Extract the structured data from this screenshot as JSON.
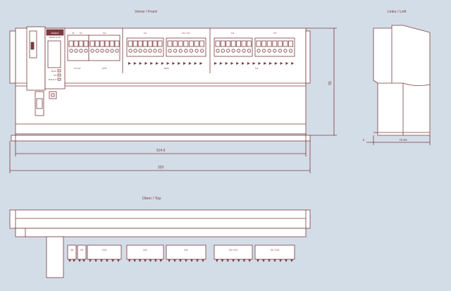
{
  "views": {
    "front": {
      "title": "Vorne / Front"
    },
    "left": {
      "title": "Links / Left"
    },
    "top": {
      "title": "Oben / Top"
    }
  },
  "dimensions": {
    "width_inner": "314.9",
    "width_total": "329",
    "height": "55",
    "depth": "72.02",
    "left_small": "2"
  },
  "front_labels": {
    "x8": "X8",
    "x9": "X9",
    "x10": "X10",
    "x11": "X11",
    "x12_13": "X12 / X13",
    "x14": "X14",
    "x15": "X15",
    "x16": "X16",
    "led_row": "X8/X9",
    "dc24v": "DC 24V",
    "x2x3": "X2/X3",
    "prog": "PROG",
    "rs": "RS",
    "busaut": "BUS AUT",
    "module_text": "SIEMENS",
    "module_text2": "SIMATIC ET200"
  },
  "top_labels": [
    "X8",
    "X9",
    "X10",
    "X11",
    "X11",
    "X3 / X12",
    "X2 / X13"
  ],
  "colors": {
    "background": "#d3dde7",
    "line": "#7a3a3e",
    "fill": "#ffffff"
  }
}
